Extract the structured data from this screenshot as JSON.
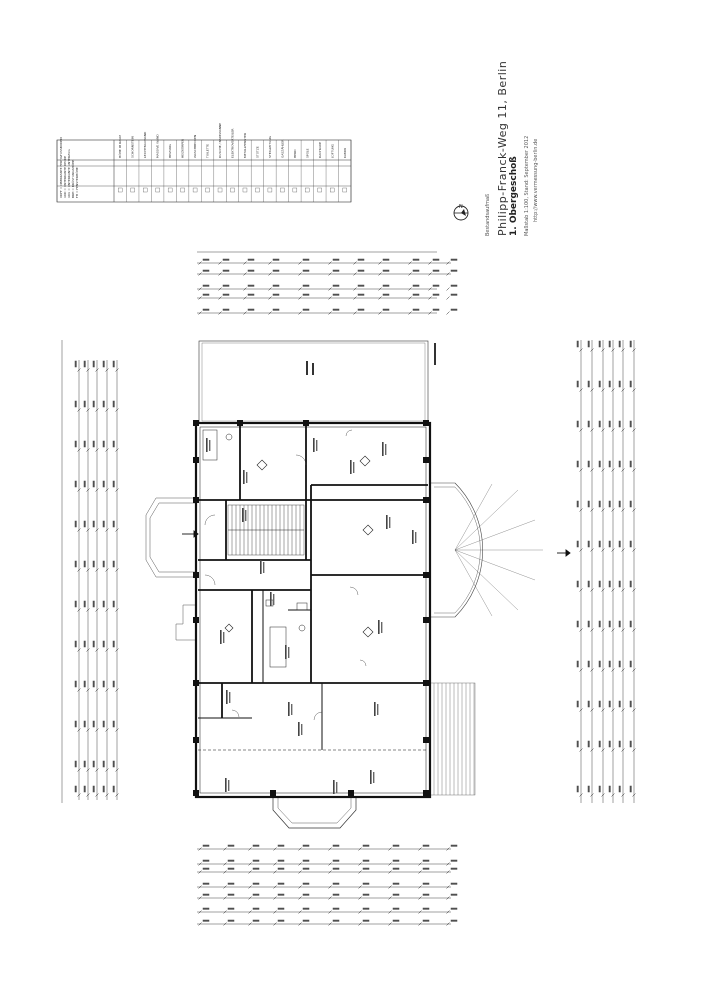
{
  "title_block": {
    "label": "Bestandsaufmaß",
    "address": "Philipp-Franck-Weg 11, Berlin",
    "floor": "1. Obergeschoß",
    "scale_date": "Maßstab 1:100, Stand: September 2012",
    "website": "http://www.vermessung-berlin.de"
  },
  "legend": {
    "notes": [
      "OKFF = OBERKANTE FERTIGFUSSBODEN",
      "UKD = UNTERKANTE DECKE",
      "UKU = UNTERKANTE UNTERZUG",
      "BRH = BRÜSTUNGSHÖHE",
      "FH = FENSTERHÖHE"
    ],
    "items": [
      "HÖHE IM RAUM",
      "SCHORNSTEIN",
      "LEICHTBAUWAND",
      "MASSIVE WAND",
      "HEIZUNG",
      "HEIZKÖRPER",
      "WASCHBECKEN",
      "TOILETTE",
      "DUSCHE / BADEWANNE",
      "ELEKTROVERTEILER",
      "METALLFENSTER",
      "STÜTZE",
      "STEIGLEITUNG",
      "GASZÄHLER",
      "HERD",
      "SPÜLE",
      "DACHLUKE",
      "LÜFTUNG",
      "KAMIN"
    ]
  }
}
